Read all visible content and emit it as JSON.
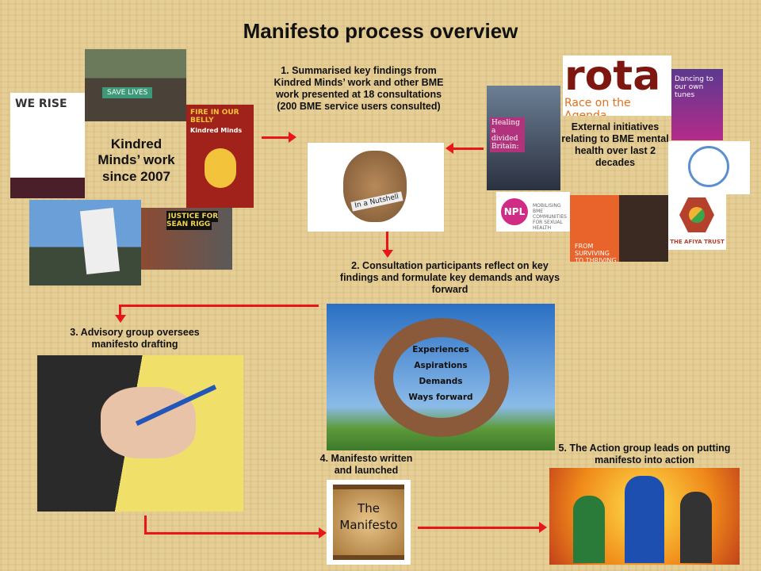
{
  "title": "Manifesto process overview",
  "kindred": {
    "label": "Kindred Minds’ work since 2007",
    "flyer": "WE RISE",
    "poster": "FIRE IN OUR BELLY",
    "poster_sub": "Kindred Minds",
    "protest": "SAVE LIVES",
    "rigg": "JUSTICE FOR SEAN RIGG"
  },
  "step1": {
    "text": "1. Summarised key findings from Kindred Minds’ work and other BME work presented at 18 consultations (200 BME service users consulted)",
    "nutshell": "In a Nutshell"
  },
  "external": {
    "label": "External initiatives relating to BME mental health over last 2 decades",
    "rota": "rota",
    "rota_sub": "Race on the Agenda",
    "healing": "Healing a divided Britain:",
    "dancing": "Dancing to our own tunes",
    "npl": "NPL",
    "npl_sub": "MOBILISING BME COMMUNITIES FOR SEXUAL HEALTH",
    "afiya": "THE AFIYA TRUST",
    "surviving": "FROM SURVIVING TO THRIVING"
  },
  "step2": {
    "text": "2. Consultation participants reflect on key findings and formulate key demands and ways forward",
    "words": [
      "Experiences",
      "Aspirations",
      "Demands",
      "Ways forward"
    ]
  },
  "step3": {
    "text": "3. Advisory group oversees manifesto drafting"
  },
  "step4": {
    "text": "4. Manifesto written and launched",
    "scroll": "The Manifesto"
  },
  "step5": {
    "text": "5. The Action group leads on putting manifesto into action"
  }
}
